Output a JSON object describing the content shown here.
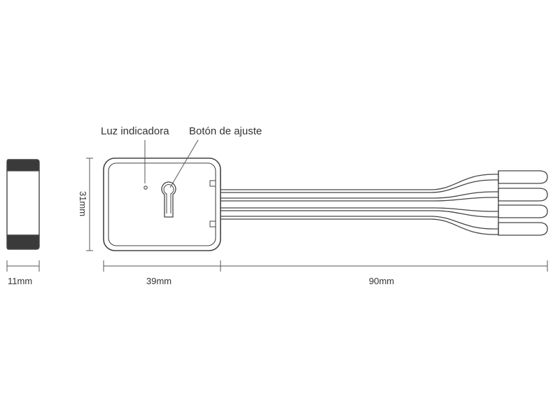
{
  "annotations": {
    "indicator_light": "Luz indicadora",
    "adjust_button": "Botón de ajuste"
  },
  "dimensions": {
    "side_width": "11mm",
    "body_height": "31mm",
    "body_length": "39mm",
    "lead_length": "90mm"
  },
  "colors": {
    "outline": "#444444",
    "fill_dark": "#3a3a3a",
    "text": "#333333"
  }
}
